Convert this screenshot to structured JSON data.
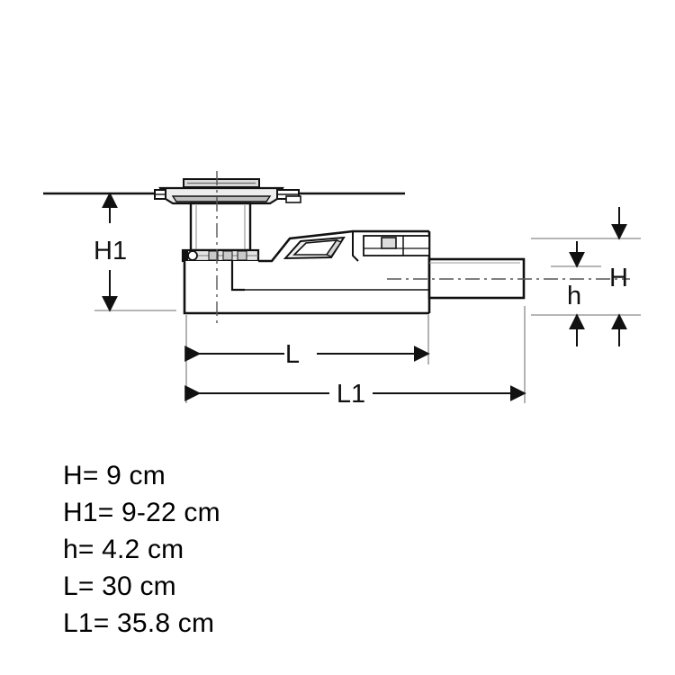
{
  "drawing": {
    "kind": "technical-dimension-drawing",
    "subject": "shower floor drain trap with adjustable riser and horizontal outlet",
    "background_color": "#ffffff",
    "line_color": "#111111",
    "thin_line_color": "#8a8a8a",
    "fill_light": "#f2f2f2",
    "fill_mid": "#d9d9d9",
    "fill_dark": "#b5b5b5",
    "dimension_labels": {
      "height_total": "H",
      "height_install": "H1",
      "height_outlet": "h",
      "length_body": "L",
      "length_overall": "L1"
    }
  },
  "legend": {
    "lines": [
      "H= 9 cm",
      "H1= 9-22 cm",
      "h= 4.2 cm",
      "L= 30 cm",
      "L1= 35.8 cm"
    ]
  },
  "measurements": [
    {
      "symbol": "H",
      "value": "9",
      "unit": "cm",
      "text": "H= 9 cm"
    },
    {
      "symbol": "H1",
      "value": "9-22",
      "unit": "cm",
      "text": "H1= 9-22 cm"
    },
    {
      "symbol": "h",
      "value": "4.2",
      "unit": "cm",
      "text": "h= 4.2 cm"
    },
    {
      "symbol": "L",
      "value": "30",
      "unit": "cm",
      "text": "L= 30 cm"
    },
    {
      "symbol": "L1",
      "value": "35.8",
      "unit": "cm",
      "text": "L1= 35.8 cm"
    }
  ]
}
